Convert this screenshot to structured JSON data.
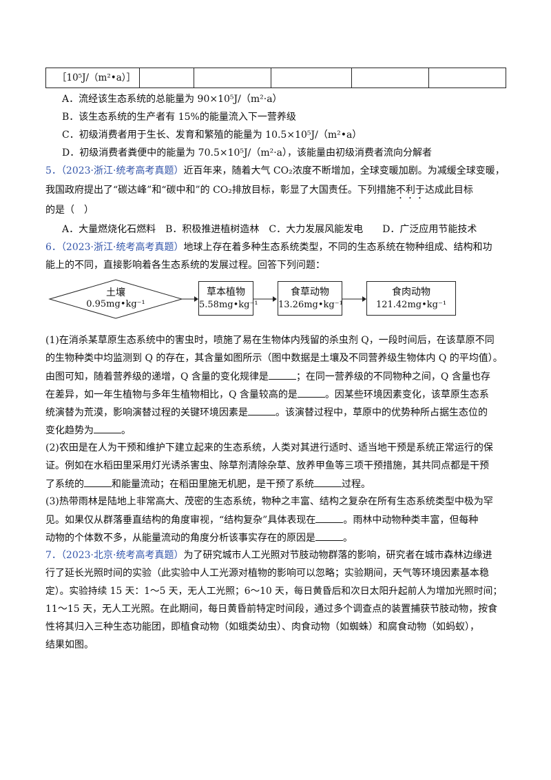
{
  "table": {
    "unit_cell": "［10⁵J/（m²•a）］"
  },
  "q4": {
    "optA": "A．流经该生态系统的总能量为 90×10⁵J/（m²·a）",
    "optB": "B．该生态系统的生产者有 15%的能量流入下一营养级",
    "optC": "C．初级消费者用于生长、发育和繁殖的能量为 10.5×10⁵J/（m²•a）",
    "optD": "D．初级消费者粪便中的能量为 70.5×10⁵J/（m²·a），该能量由初级消费者流向分解者"
  },
  "q5": {
    "num": "5．",
    "source": "（2023·浙江·统考高考真题）",
    "line1": "近百年来，随着大气 CO₂浓度不断增加，全球变暖加剧。为减缓全球变暖，",
    "line2": "我国政府提出了“碳达峰”和“碳中和”的 CO₂排放目标，彰显了大国责任。下列措施",
    "line2_dot": "不利于",
    "line2_end": "达成此目标",
    "line3": "的是（　）",
    "options": "A．大量燃烧化石燃料　B．积极推进植树造林　C．大力发展风能发电　　D．广泛应用节能技术"
  },
  "q6": {
    "num": "6．",
    "source": "（2023·浙江·统考高考真题）",
    "line1": "地球上存在着多种生态系统类型，不同的生态系统在物种组成、结构和功",
    "line2": "能上的不同，直接影响着各生态系统的发展过程。回答下列问题：",
    "diagram": {
      "soil_name": "土壤",
      "soil_val": "0.95mg•kg⁻¹",
      "plant_name": "草本植物",
      "plant_val": "5.58mg•kg⁻¹",
      "herb_name": "食草动物",
      "herb_val": "13.26mg•kg⁻¹",
      "carn_name": "食肉动物",
      "carn_val": "121.42mg•kg⁻¹"
    },
    "p1_l1": "(1)在消杀某草原生态系统中的害虫时，喷施了易在生物体内残留的杀虫剂 Q，一段时间后，在该草原不同",
    "p1_l2": "的生物种类中均监测到 Q 的存在，其含量如图所示（图中数据是土壤及不同营养级生物体内 Q 的平均值）。",
    "p1_l3a": "由图可知，随着营养级的递增，Q 含量的变化规律是",
    "p1_l3b": "；在同一营养级的不同物种之间，Q 含量也存",
    "p1_l4a": "在差异，如一年生植物与多年生植物相比，Q 含量较高的是",
    "p1_l4b": "。因某些环境因素变化，该草原生态系",
    "p1_l5a": "统演替为荒漠，影响演替过程的关键环境因素是",
    "p1_l5b": "。该演替过程中，草原中的优势种所占据生态位的",
    "p1_l6a": "变化趋势为",
    "p1_l6b": "。",
    "p2_l1": "(2)农田是在人为干预和维护下建立起来的生态系统，人类对其进行适时、适当地干预是系统正常运行的保",
    "p2_l2": "证。例如在水稻田里采用灯光诱杀害虫、除草剂清除杂草、放养甲鱼等三项干预措施，其共同点都是干预",
    "p2_l3a": "了系统的",
    "p2_l3b": "和能量流动；在稻田里施无机肥，是干预了系统",
    "p2_l3c": "过程。",
    "p3_l1": "(3)热带雨林是陆地上非常高大、茂密的生态系统，物种之丰富、结构之复杂在所有生态系统类型中极为罕",
    "p3_l2a": "见。如果仅从群落垂直结构的角度审视，“结构复杂”具体表现在",
    "p3_l2b": "。雨林中动物种类丰富，但每种",
    "p3_l3a": "动物的个体数不多，从能量流动的角度分析该事实存在的原因是",
    "p3_l3b": "。"
  },
  "q7": {
    "num": "7．",
    "source": "（2023·北京·统考高考真题）",
    "line1": "为了研究城市人工光照对节肢动物群落的影响，研究者在城市森林边缘进",
    "line2": "行了延长光照时间的实验（此实验中人工光源对植物的影响可以忽略；实验期间，天气等环境因素基本稳",
    "line3": "定）。实验持续 15 天：1～5 天，无人工光照；6～10 天，每日黄昏后和次日太阳升起前人为增加光照时间；",
    "line4": "11～15 天，无人工光照。在此期间，每日黄昏前特定时间段，通过多个调查点的装置捕获节肢动物，按食",
    "line5": "性将其归入三种生态功能团，即植食动物（如蛾类幼虫）、肉食动物（如蜘蛛）和腐食动物（如蚂蚁），",
    "line6": "结果如图。"
  }
}
